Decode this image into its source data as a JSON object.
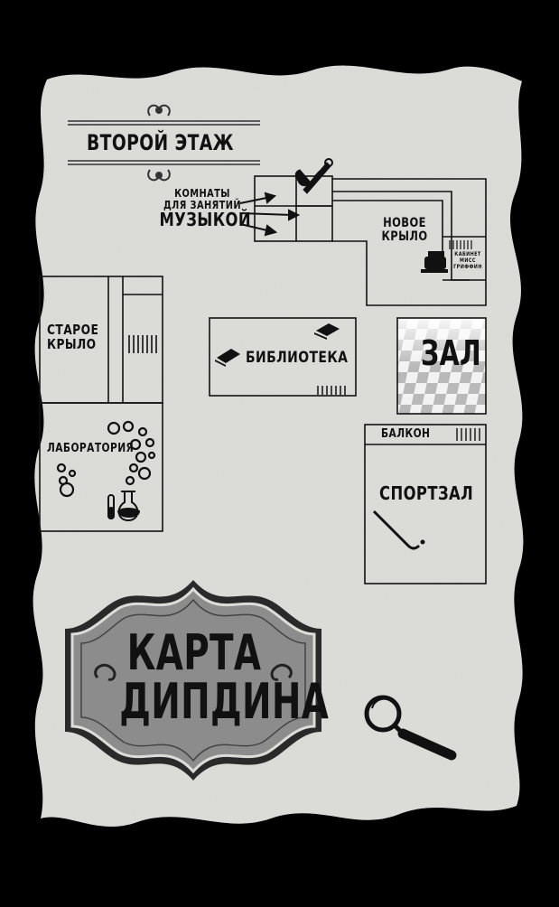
{
  "floor_label": "ВТОРОЙ ЭТАЖ",
  "rooms": {
    "music": [
      "КОМНАТЫ",
      "ДЛЯ ЗАНЯТИЙ",
      "МУЗЫКОЙ"
    ],
    "new_wing": [
      "НОВОЕ",
      "КРЫЛО"
    ],
    "office": [
      "КАБИНЕТ",
      "МИСС",
      "ГРИФФИН"
    ],
    "old_wing": [
      "СТАРОЕ",
      "КРЫЛО"
    ],
    "library": "БИБЛИОТЕКА",
    "hall": "ЗАЛ",
    "balcony": "БАЛКОН",
    "lab": "ЛАБОРАТОРИЯ",
    "gym": "СПОРТЗАЛ"
  },
  "title": [
    "КАРТА",
    "ДИПДИНА"
  ],
  "colors": {
    "background": "#000000",
    "parchment": "#dcdcd8",
    "ink": "#111111",
    "plaque": "#8c8c8c",
    "checker_light": "#f2f2f2",
    "checker_dark": "#b9b9b9"
  },
  "icons": [
    "trumpet-icon",
    "typewriter-icon",
    "book-icon",
    "flask-icon",
    "test-tube-icon",
    "bubbles-icon",
    "hockey-stick-icon",
    "magnifying-glass-icon",
    "ornament-icon"
  ]
}
